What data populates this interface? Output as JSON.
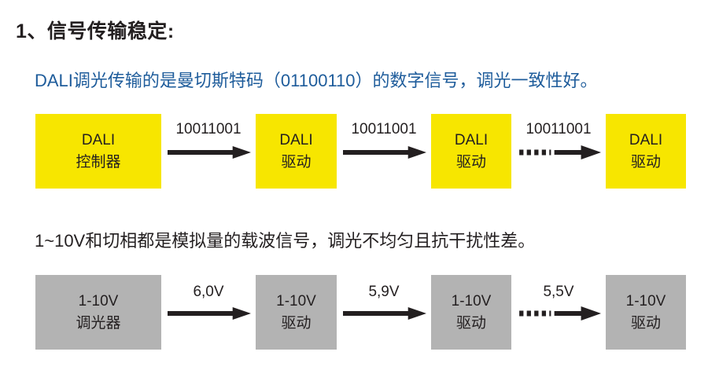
{
  "slide": {
    "section_title": "1、信号传输稳定:",
    "dali_caption": "DALI调光传输的是曼切斯特码（01100110）的数字信号，调光一致性好。",
    "analog_caption": "1~10V和切相都是模拟量的载波信号，调光不均匀且抗干扰性差。",
    "colors": {
      "dali_box": "#F7E600",
      "analog_box": "#B3B3B3",
      "caption_blue": "#1E5C9B",
      "text_dark": "#231F20",
      "arrow": "#231F20"
    }
  },
  "dali_flow": {
    "nodes": [
      {
        "line1": "DALI",
        "line2": "控制器"
      },
      {
        "line1": "DALI",
        "line2": "驱动"
      },
      {
        "line1": "DALI",
        "line2": "驱动"
      },
      {
        "line1": "DALI",
        "line2": "驱动"
      }
    ],
    "connectors": [
      {
        "label": "10011001",
        "style": "solid"
      },
      {
        "label": "10011001",
        "style": "solid"
      },
      {
        "label": "10011001",
        "style": "dashed"
      }
    ]
  },
  "analog_flow": {
    "nodes": [
      {
        "line1": "1-10V",
        "line2": "调光器"
      },
      {
        "line1": "1-10V",
        "line2": "驱动"
      },
      {
        "line1": "1-10V",
        "line2": "驱动"
      },
      {
        "line1": "1-10V",
        "line2": "驱动"
      }
    ],
    "connectors": [
      {
        "label": "6,0V",
        "style": "solid"
      },
      {
        "label": "5,9V",
        "style": "solid"
      },
      {
        "label": "5,5V",
        "style": "dashed"
      }
    ]
  }
}
